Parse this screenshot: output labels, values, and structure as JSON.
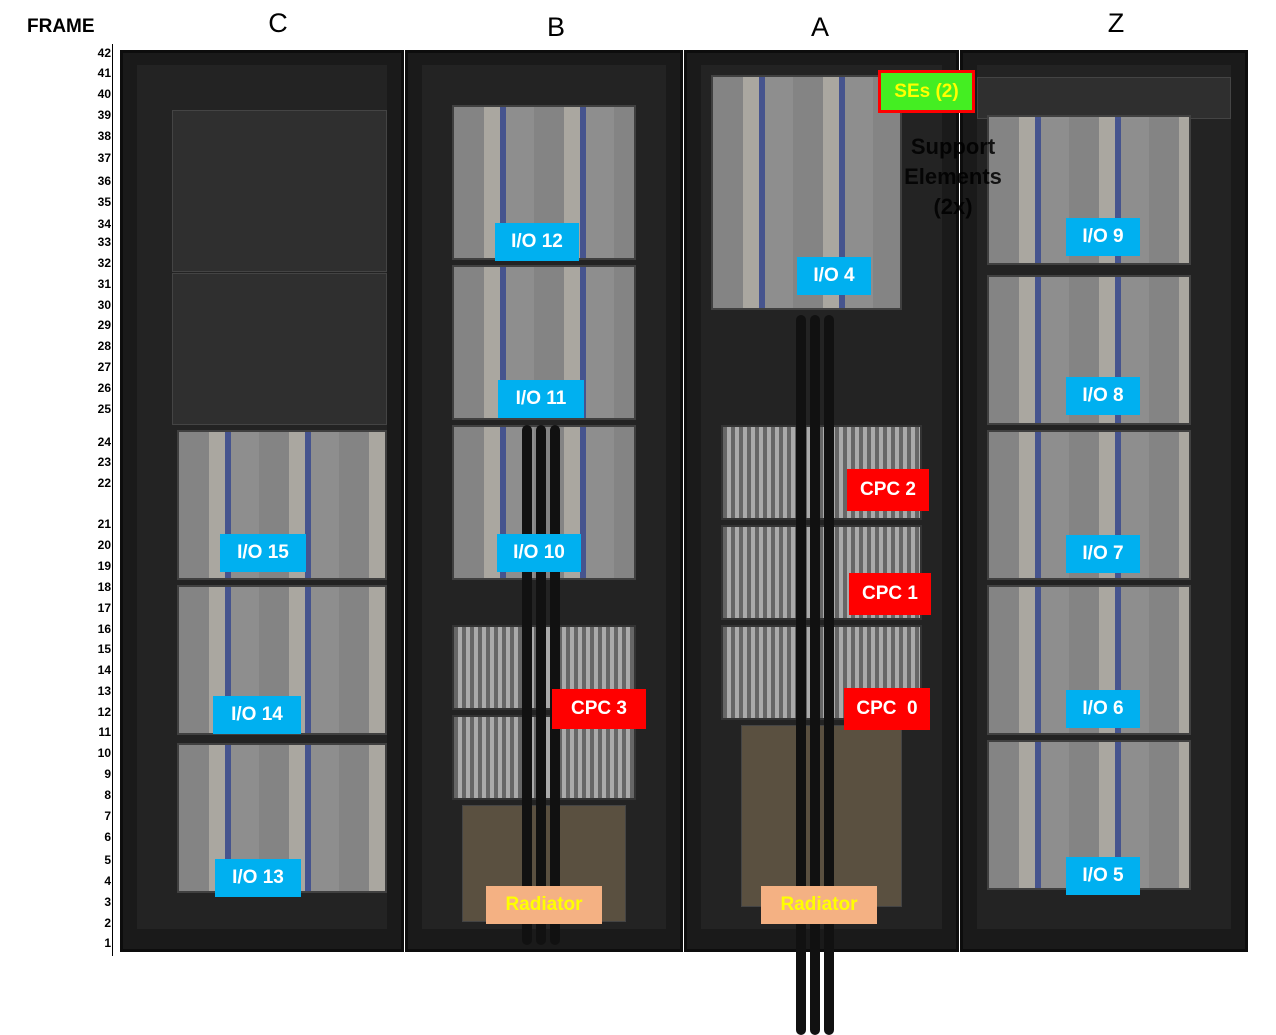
{
  "frame_label": "FRAME",
  "columns": [
    "C",
    "B",
    "A",
    "Z"
  ],
  "rack_units": [
    "42",
    "41",
    "40",
    "39",
    "38",
    "37",
    "36",
    "35",
    "34",
    "33",
    "32",
    "31",
    "30",
    "29",
    "28",
    "27",
    "26",
    "25",
    "24",
    "23",
    "22",
    "21",
    "20",
    "19",
    "18",
    "17",
    "16",
    "15",
    "14",
    "13",
    "12",
    "11",
    "10",
    "9",
    "8",
    "7",
    "6",
    "5",
    "4",
    "3",
    "2",
    "1"
  ],
  "labels": {
    "io12": "I/O 12",
    "io11": "I/O 11",
    "io10": "I/O 10",
    "io4": "I/O 4",
    "io15": "I/O 15",
    "io14": "I/O 14",
    "io13": "I/O 13",
    "io9": "I/O 9",
    "io8": "I/O 8",
    "io7": "I/O 7",
    "io6": "I/O 6",
    "io5": "I/O 5",
    "cpc3": "CPC 3",
    "cpc2": "CPC 2",
    "cpc1": "CPC 1",
    "cpc0": "CPC  0",
    "radiator_b": "Radiator",
    "radiator_a": "Radiator",
    "ses": "SEs (2)",
    "se_note": "Support Elements (2x)"
  },
  "colors": {
    "io": "#00b0f0",
    "cpc": "#ff0000",
    "radiator": "#f4b183",
    "se": "#44ee22"
  }
}
